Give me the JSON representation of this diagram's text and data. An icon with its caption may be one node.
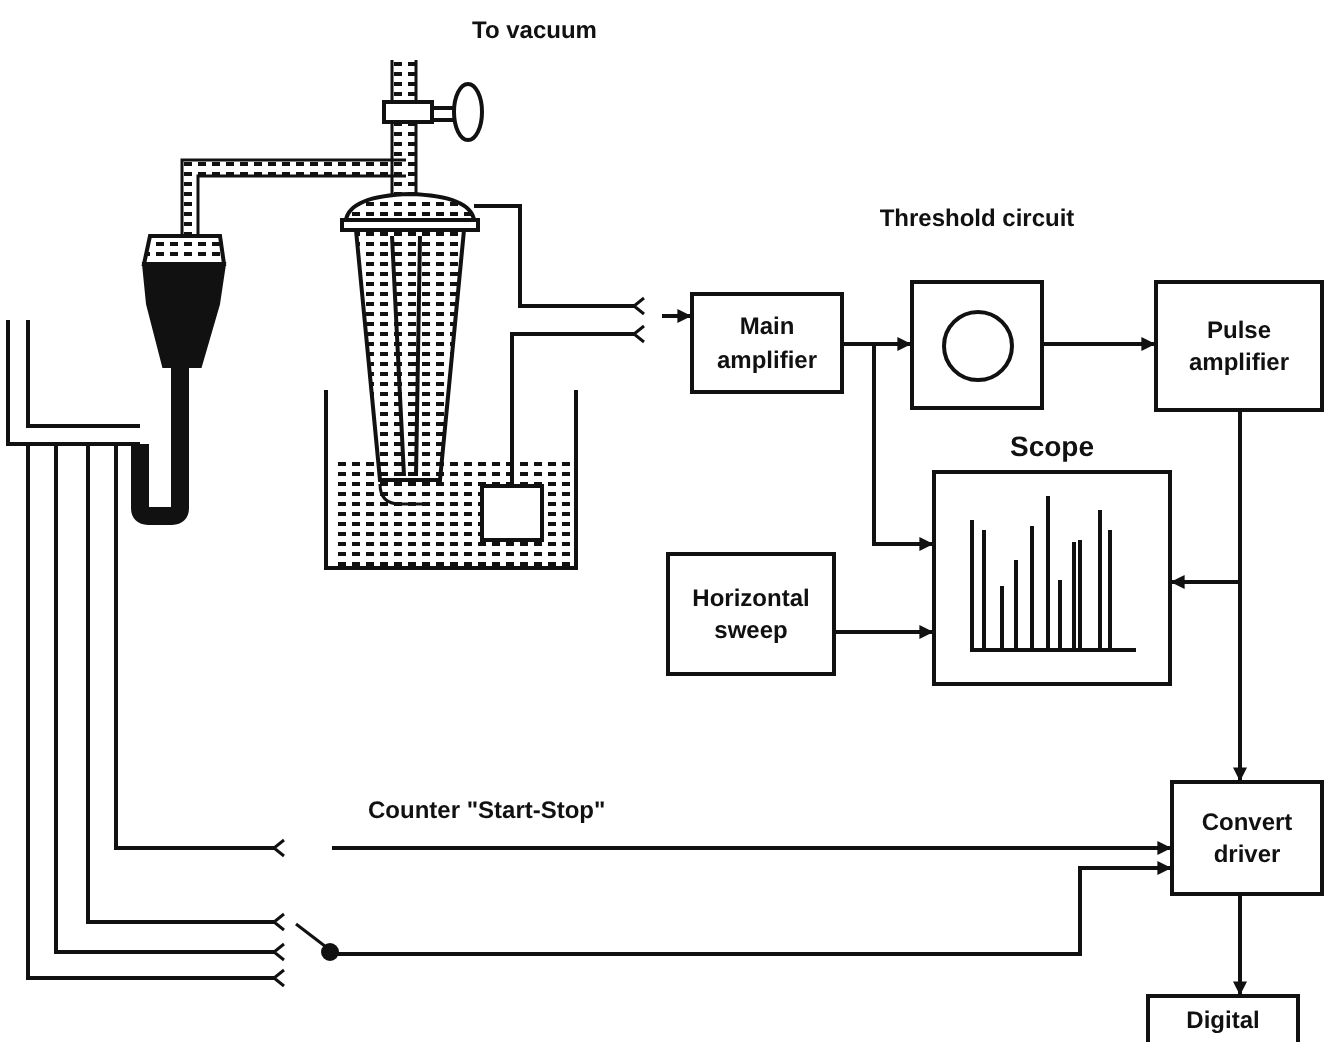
{
  "diagram": {
    "nodes": [
      {
        "text": [
          "Main amplifier"
        ]
      },
      {
        "text": [
          "Threshold circuit"
        ]
      },
      {
        "text": [
          "Pulse amplifier"
        ]
      },
      {
        "text": [
          "Scope"
        ]
      },
      {
        "text": [
          "Horizontal sweep"
        ]
      },
      {
        "text": [
          "Convert driver"
        ]
      },
      {
        "text": [
          "Digital"
        ]
      }
    ],
    "edges": [
      {
        "from": null,
        "to": 0,
        "arrow": "to"
      },
      {
        "from": 0,
        "to": 1,
        "arrow": "to"
      },
      {
        "from": 0,
        "to": 3,
        "arrow": "to"
      },
      {
        "from": 1,
        "to": 2,
        "arrow": "to"
      },
      {
        "from": 2,
        "to": 5,
        "arrow": "to"
      },
      {
        "from": 2,
        "to": 3,
        "arrow": "to"
      },
      {
        "from": 4,
        "to": 3,
        "arrow": "to"
      },
      {
        "from": 5,
        "to": 6,
        "arrow": "to"
      },
      {
        "from": null,
        "to": 5,
        "arrow": "to",
        "label": "Counter \"Start-Stop\""
      },
      {
        "from": null,
        "to": 5,
        "arrow": "to"
      }
    ],
    "labels": [
      "To vacuum"
    ]
  }
}
